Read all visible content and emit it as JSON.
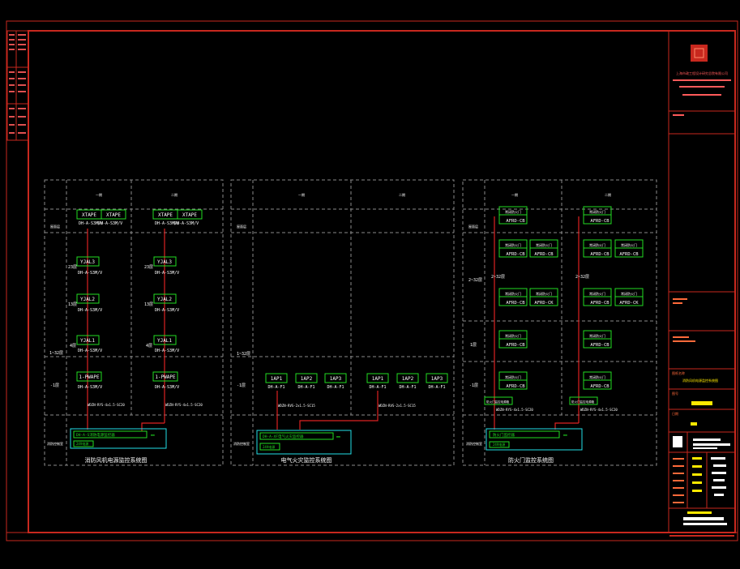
{
  "colors": {
    "frame": "#c8281e",
    "grid": "#8a8a8a",
    "box": "#22dd22",
    "cyan": "#22e0e8",
    "text": "#ffffff",
    "yellow": "#ffe800",
    "wire": "#dd2222"
  },
  "panel1": {
    "title": "消防风机电源监控系统图",
    "col1": "一期",
    "col2": "二期",
    "rows": [
      "屋面层",
      "1~32层",
      "-1层",
      "消防控制室"
    ],
    "devices": {
      "xtape1": "XTAPE",
      "xtape2": "XTAPE",
      "sub_dh": "DH-A-S3M/V",
      "yjal3": "YJAL3",
      "yjal2": "YJAL2",
      "yjal1": "YJAL1",
      "pwape": "1-PWAPE",
      "f23": "23层",
      "f13": "13层",
      "f4": "4层",
      "cable": "WDZN-RYS-4x1.5-SC20"
    },
    "host_label": "DH-A-S消防电源监控器",
    "host_sub": "24V电源"
  },
  "panel2": {
    "title": "电气火灾监控系统图",
    "rows": [
      "屋面层",
      "1~32层",
      "-1层",
      "消防控制室"
    ],
    "devices": {
      "ap1": "1AP1",
      "ap2": "1AP2",
      "ap3": "1AP3",
      "sub": "DH-A-F1",
      "cable": "WDZN-RVS-2x1.5-SC15"
    },
    "host_label": "DH-A-XF电气火灾监控器",
    "host_sub": "24V电源"
  },
  "panel3": {
    "title": "防火门监控系统图",
    "rows": [
      "屋面层",
      "2~32层",
      "1层",
      "-1层",
      "消防控制室"
    ],
    "devices": {
      "ctrl": "常闭防火门",
      "afrd_cb": "AFRD-CB",
      "afrd_ck": "AFRD-CK",
      "floors": "2~32层",
      "power": "防火门监控电源箱",
      "cable": "WDZN-RYS-4x1.5-SC20"
    },
    "host_label": "防火门监控器",
    "host_sub": "24V电源"
  },
  "titleblock": {
    "company": "上海市政工程设计研究总院有限公司",
    "project_label": "工程名称",
    "drawing_label": "图纸名称",
    "drawing_name": "消防风机电源监控系统图",
    "number_label": "图号",
    "date_label": "日期"
  }
}
